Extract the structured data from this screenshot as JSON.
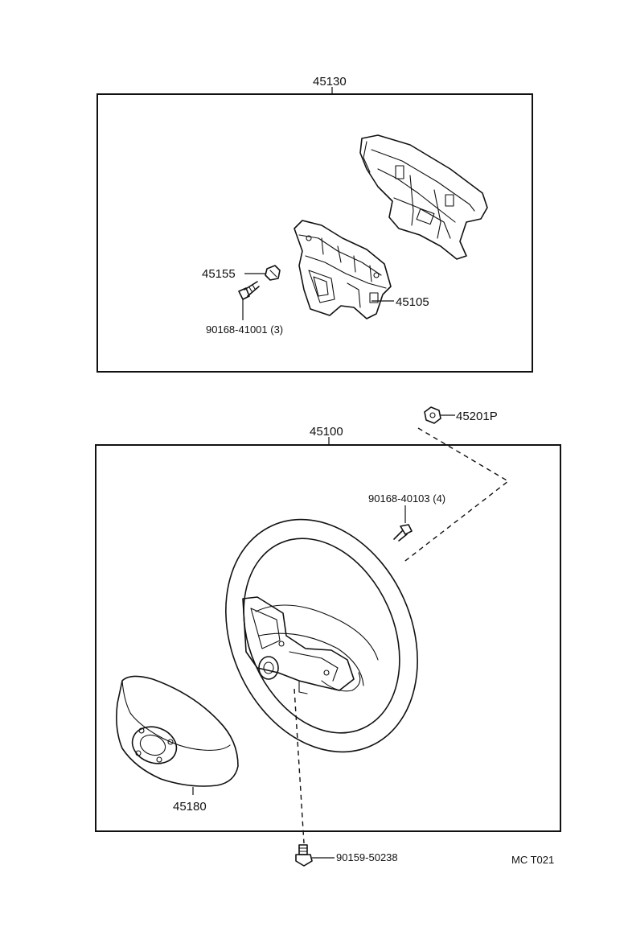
{
  "parts": {
    "assembly_upper": "45130",
    "bolt_small": "45155",
    "bracket": "45105",
    "screw_upper": "90168-41001 (3)",
    "nut_top": "45201P",
    "wheel_assembly": "45100",
    "screw_lower": "90168-40103 (4)",
    "pad": "45180",
    "bolt_bottom": "90159-50238"
  },
  "figure_code": "MC T021"
}
